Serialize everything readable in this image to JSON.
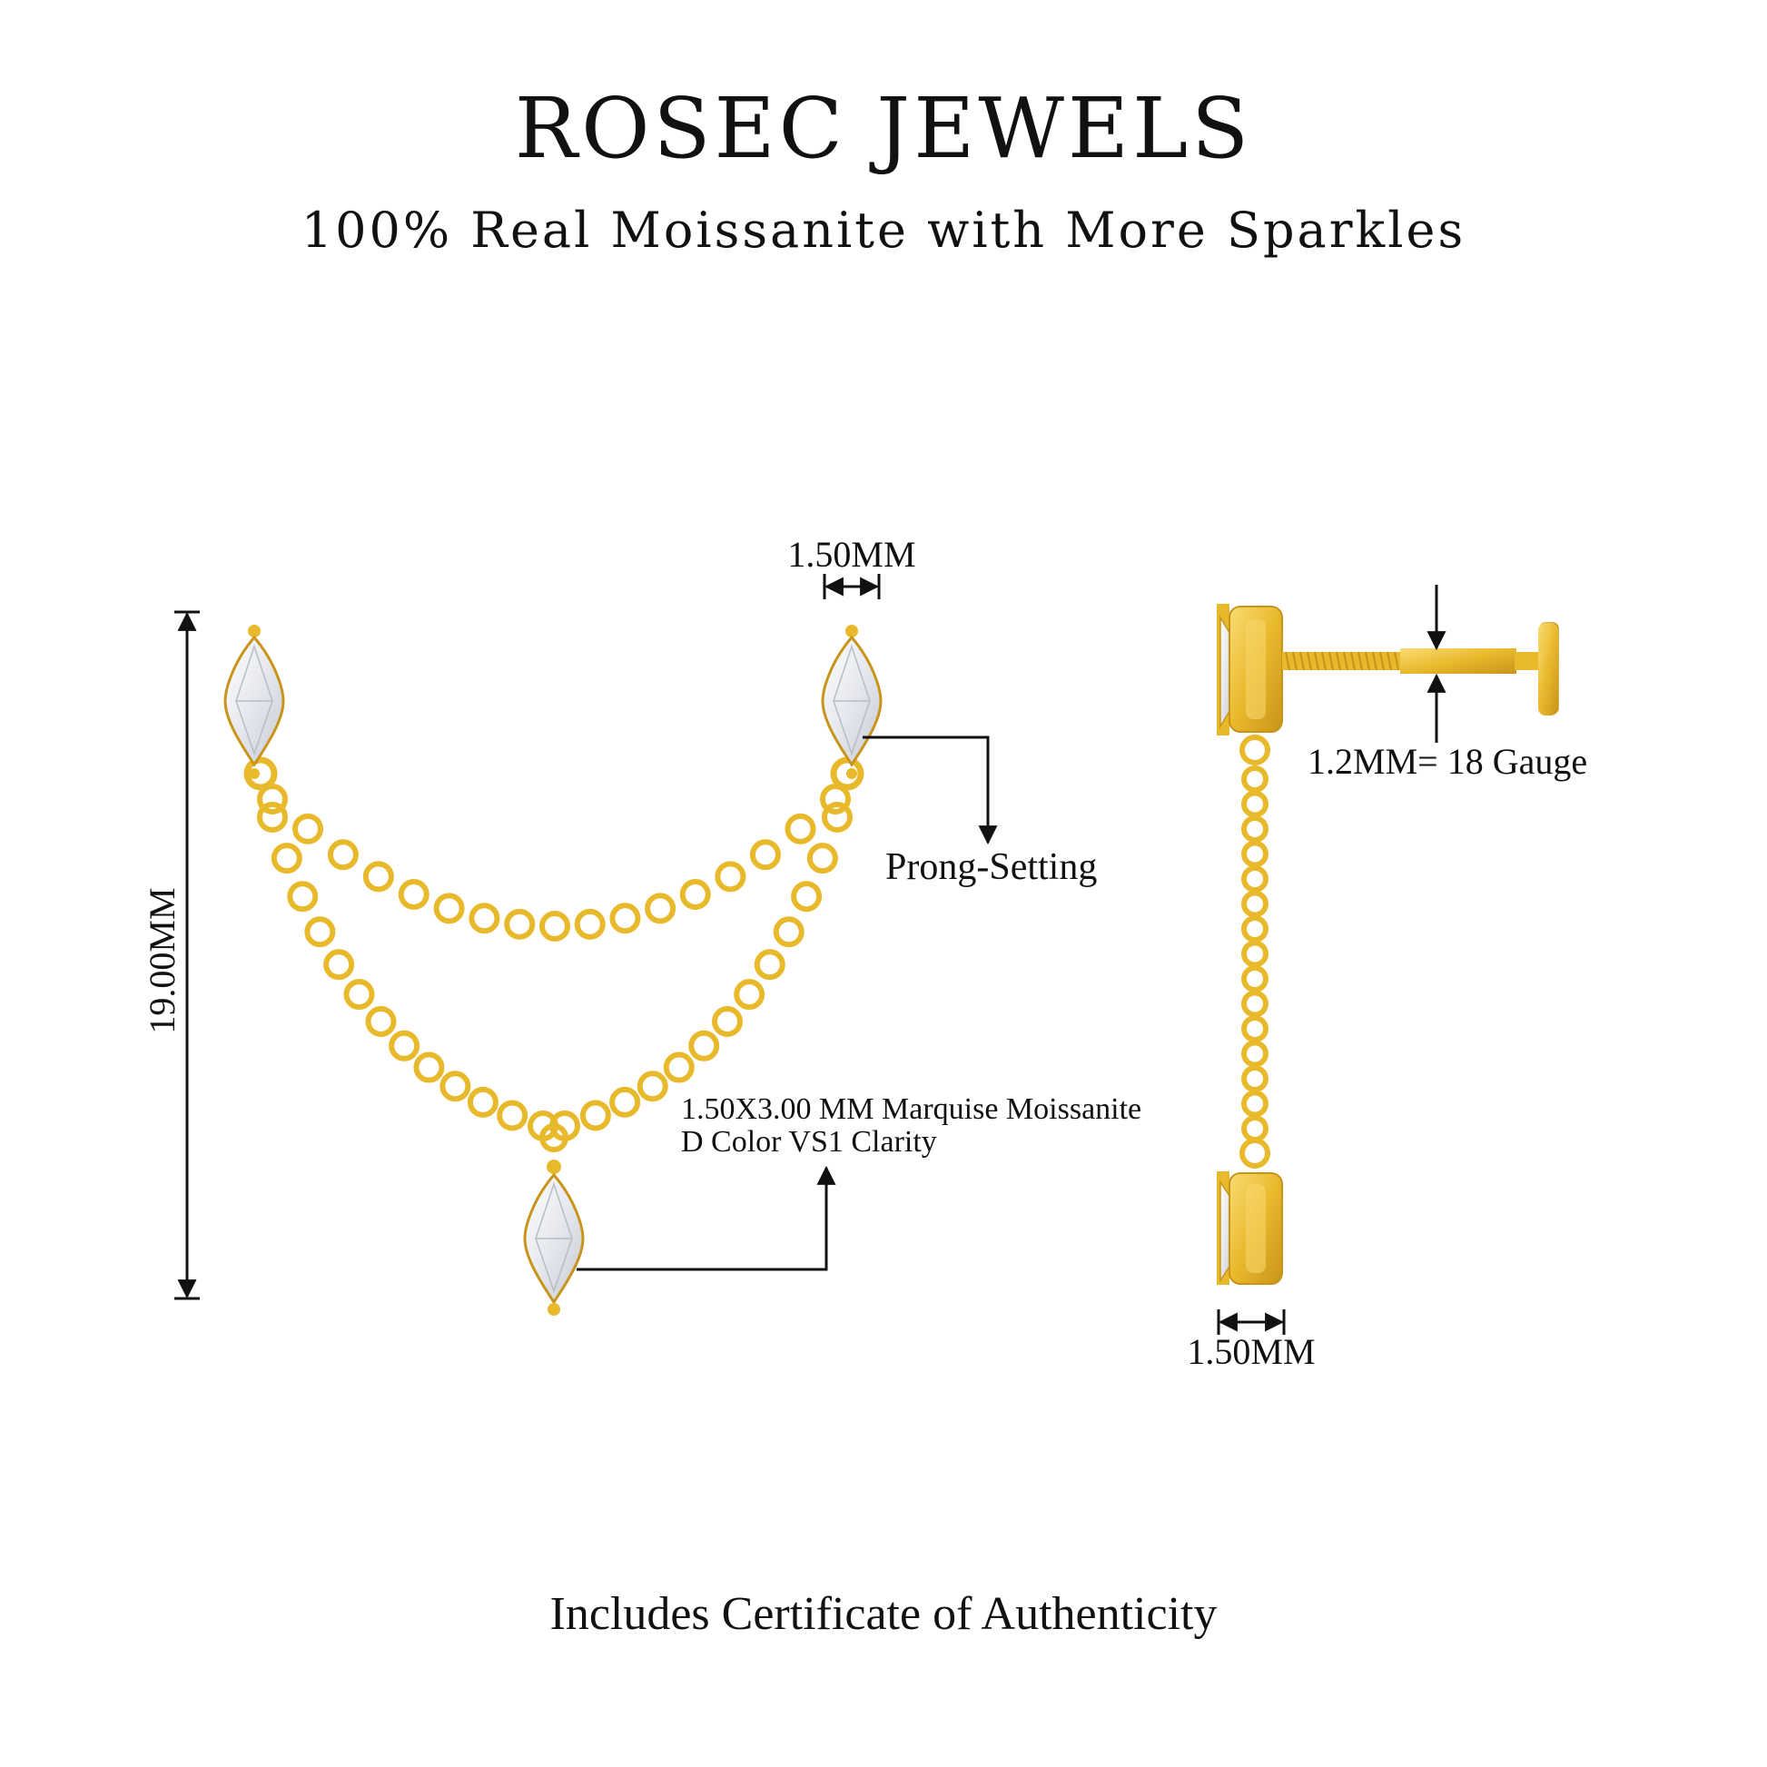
{
  "header": {
    "brand": "ROSEC JEWELS",
    "tagline": "100% Real Moissanite with More Sparkles"
  },
  "front_view": {
    "stone_width_label": "1.50MM",
    "height_label": "19.00MM",
    "setting_label": "Prong-Setting",
    "stone_spec_line1": "1.50X3.00  MM Marquise Moissanite",
    "stone_spec_line2": "D Color VS1 Clarity"
  },
  "side_view": {
    "gauge_label": "1.2MM= 18 Gauge",
    "width_label": "1.50MM"
  },
  "footer": {
    "certificate": "Includes Certificate of Authenticity"
  },
  "colors": {
    "gold": "#e9b92c",
    "gold_light": "#f7d66a",
    "gold_dark": "#c8941a",
    "ink": "#111111"
  }
}
